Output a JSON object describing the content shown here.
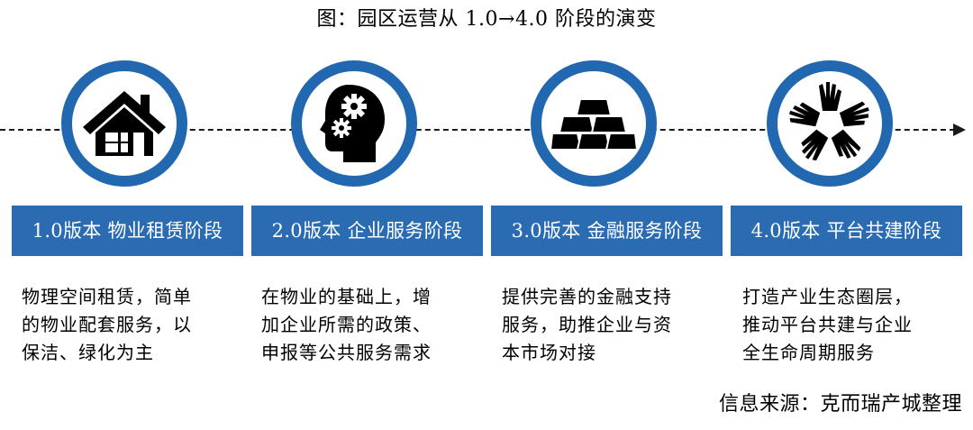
{
  "title": "图：园区运营从 1.0→4.0 阶段的演变",
  "colors": {
    "accent": "#2268b0",
    "label_bg": "#2a6bb1",
    "label_text": "#ffffff",
    "line": "#1a1a1a"
  },
  "stages": [
    {
      "icon": "house-icon",
      "label": "1.0版本 物业租赁阶段",
      "description_lines": [
        "物理空间租赁，简单",
        "的物业配套服务，以",
        "保洁、绿化为主"
      ]
    },
    {
      "icon": "head-gears-icon",
      "label": "2.0版本 企业服务阶段",
      "description_lines": [
        "在物业的基础上，增",
        "加企业所需的政策、",
        "申报等公共服务需求"
      ]
    },
    {
      "icon": "gold-bars-icon",
      "label": "3.0版本 金融服务阶段",
      "description_lines": [
        "提供完善的金融支持",
        "服务，助推企业与资",
        "本市场对接"
      ]
    },
    {
      "icon": "hands-circle-icon",
      "label": "4.0版本 平台共建阶段",
      "description_lines": [
        "打造产业生态圈层，",
        "推动平台共建与企业",
        "全生命周期服务"
      ]
    }
  ],
  "source": "信息来源：克而瑞产城整理"
}
